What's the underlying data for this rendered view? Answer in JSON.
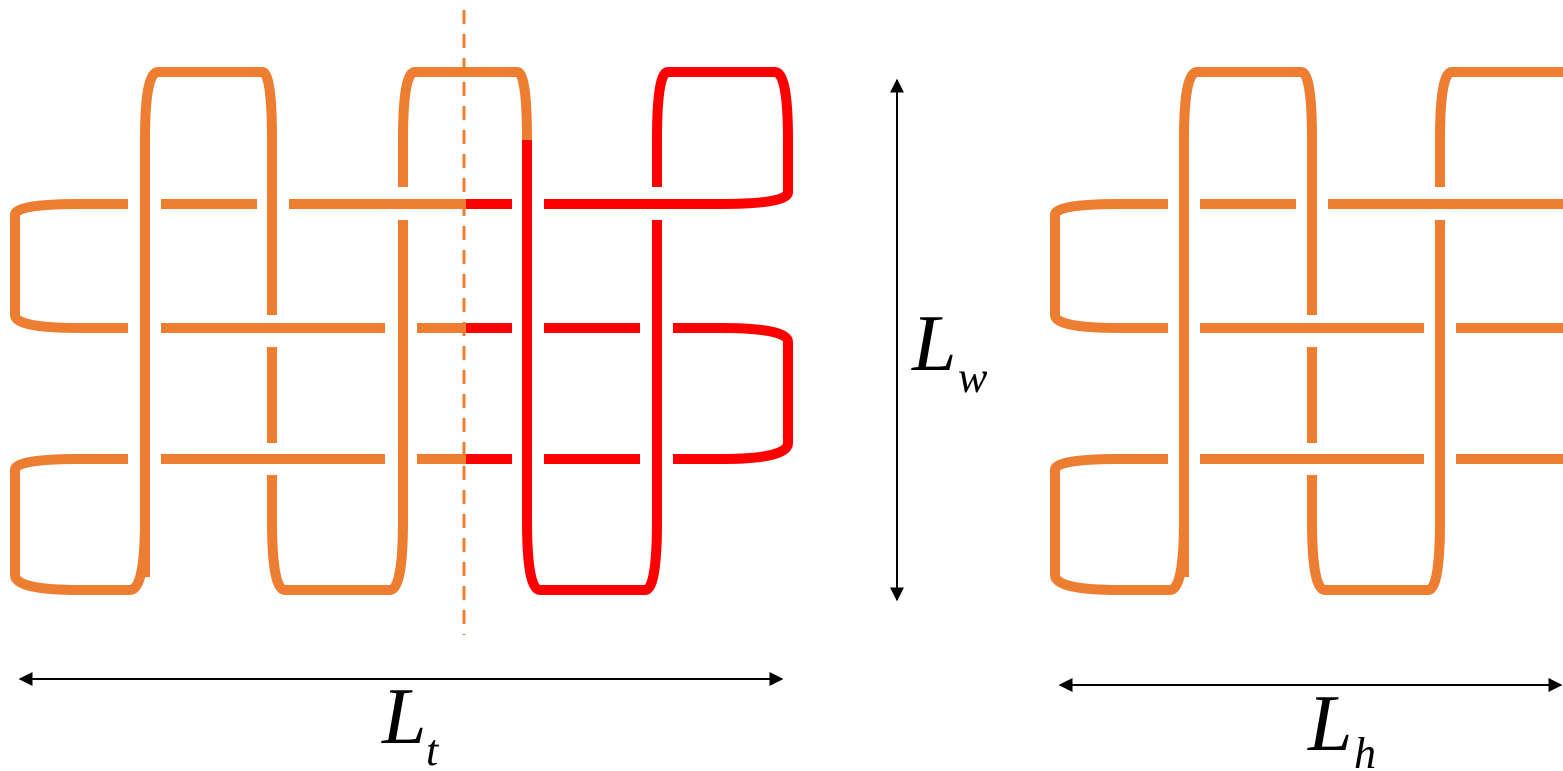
{
  "labels": {
    "width_main": "L",
    "width_sub": "w",
    "length_main": "L",
    "length_sub": "t",
    "right_main": "L",
    "right_sub": "h"
  },
  "colors": {
    "knot": "#ED7D31",
    "highlight": "#FF0000",
    "arrow": "#000000",
    "dashed_line": "#ED7D31"
  }
}
